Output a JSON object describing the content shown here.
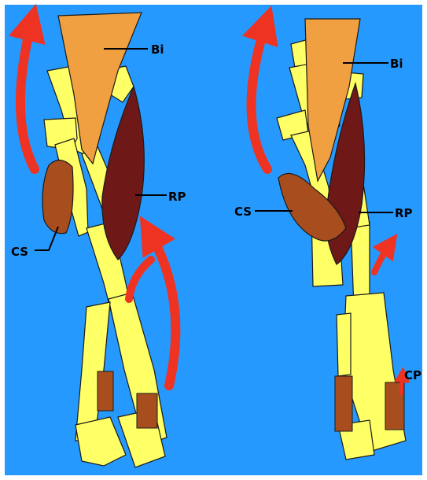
{
  "colors": {
    "background": "#2699ff",
    "border": "#ffffff",
    "bone": "#ffff66",
    "bone_outline": "#1a1a1a",
    "biceps": "#f0a040",
    "pronator": "#6e1818",
    "supinator": "#a84e1e",
    "arrow": "#ee3322"
  },
  "panels": [
    {
      "labels": {
        "biceps": "Bi",
        "pronator": "RP",
        "supinator": "CS"
      }
    },
    {
      "labels": {
        "biceps": "Bi",
        "pronator": "RP",
        "supinator": "CS",
        "capsule": "CP"
      }
    }
  ],
  "icons": {
    "rotation_arrow": "curved-arrow-icon"
  }
}
